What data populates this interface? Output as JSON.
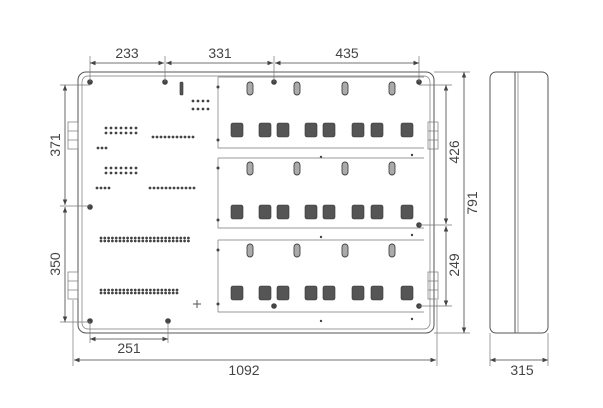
{
  "title": "Enclosure dimension drawing",
  "dimensions": {
    "top": [
      "233",
      "331",
      "435"
    ],
    "left": [
      "371",
      "350"
    ],
    "right_inner": [
      "426",
      "249"
    ],
    "height": "791",
    "bottom_offset": "251",
    "width": "1092",
    "depth": "315"
  },
  "colors": {
    "line": "#555555",
    "text": "#444444"
  }
}
